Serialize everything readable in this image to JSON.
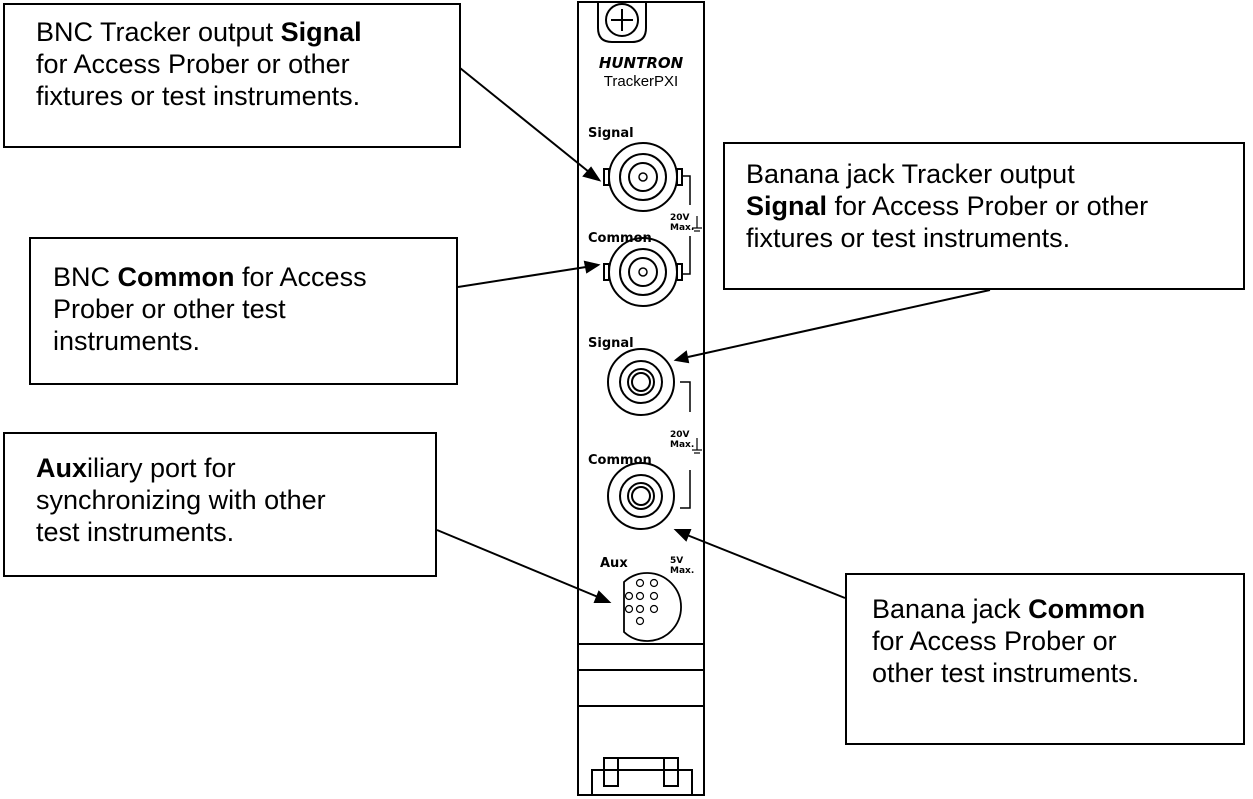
{
  "panel": {
    "brand": "HUNTRON",
    "model": "TrackerPXI",
    "labels": {
      "signal_bnc": "Signal",
      "common_bnc": "Common",
      "signal_banana": "Signal",
      "common_banana": "Common",
      "aux": "Aux",
      "max_20v_a_1": "20V",
      "max_20v_a_2": "Max.",
      "max_20v_b_1": "20V",
      "max_20v_b_2": "Max.",
      "max_5v_1": "5V",
      "max_5v_2": "Max."
    }
  },
  "callouts": {
    "bnc_signal": {
      "line1_a": "BNC Tracker output ",
      "line1_b": "Signal",
      "line2": "for Access Prober or other",
      "line3": "fixtures or test instruments."
    },
    "bnc_common": {
      "line1_a": "BNC ",
      "line1_b": "Common",
      "line1_c": " for Access",
      "line2": "Prober or other test",
      "line3": "instruments."
    },
    "banana_signal": {
      "line1": "Banana jack Tracker output",
      "line2_a": "Signal",
      "line2_b": " for Access Prober or other",
      "line3": "fixtures or test instruments."
    },
    "aux": {
      "line1_a": "Aux",
      "line1_b": "iliary port for",
      "line2": "synchronizing with other",
      "line3": "test instruments."
    },
    "banana_common": {
      "line1_a": "Banana jack ",
      "line1_b": "Common",
      "line2": "for Access Prober or",
      "line3": "other test instruments."
    }
  }
}
